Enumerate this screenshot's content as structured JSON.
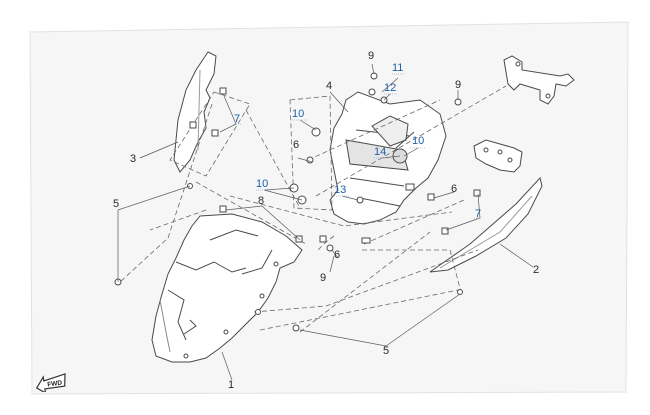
{
  "diagram": {
    "callouts": [
      {
        "id": "c-1",
        "text": "1",
        "color": "dark"
      },
      {
        "id": "c-2",
        "text": "2",
        "color": "dark"
      },
      {
        "id": "c-3",
        "text": "3",
        "color": "dark"
      },
      {
        "id": "c-4",
        "text": "4",
        "color": "dark"
      },
      {
        "id": "c-5a",
        "text": "5",
        "color": "dark"
      },
      {
        "id": "c-5b",
        "text": "5",
        "color": "dark"
      },
      {
        "id": "c-6a",
        "text": "6",
        "color": "dark"
      },
      {
        "id": "c-6b",
        "text": "6",
        "color": "dark"
      },
      {
        "id": "c-6c",
        "text": "6",
        "color": "dark"
      },
      {
        "id": "c-7a",
        "text": "7",
        "color": "blue"
      },
      {
        "id": "c-7b",
        "text": "7",
        "color": "blue"
      },
      {
        "id": "c-8",
        "text": "8",
        "color": "dark"
      },
      {
        "id": "c-9a",
        "text": "9",
        "color": "dark"
      },
      {
        "id": "c-9b",
        "text": "9",
        "color": "dark"
      },
      {
        "id": "c-9c",
        "text": "9",
        "color": "dark"
      },
      {
        "id": "c-10a",
        "text": "10",
        "color": "blue"
      },
      {
        "id": "c-10b",
        "text": "10",
        "color": "blue"
      },
      {
        "id": "c-10c",
        "text": "10",
        "color": "blue"
      },
      {
        "id": "c-11",
        "text": "11",
        "color": "blue"
      },
      {
        "id": "c-12",
        "text": "12",
        "color": "blue"
      },
      {
        "id": "c-13",
        "text": "13",
        "color": "blue"
      },
      {
        "id": "c-14",
        "text": "14",
        "color": "blue"
      }
    ],
    "fwd_label": "FWD",
    "colors": {
      "line": "#4a4a4a",
      "dash": "#6a6a6a",
      "callout_blue": "#1f5ea8",
      "callout_dark": "#2a2a2a",
      "part_fill": "#ffffff",
      "shade": "#d8d8d8"
    }
  }
}
